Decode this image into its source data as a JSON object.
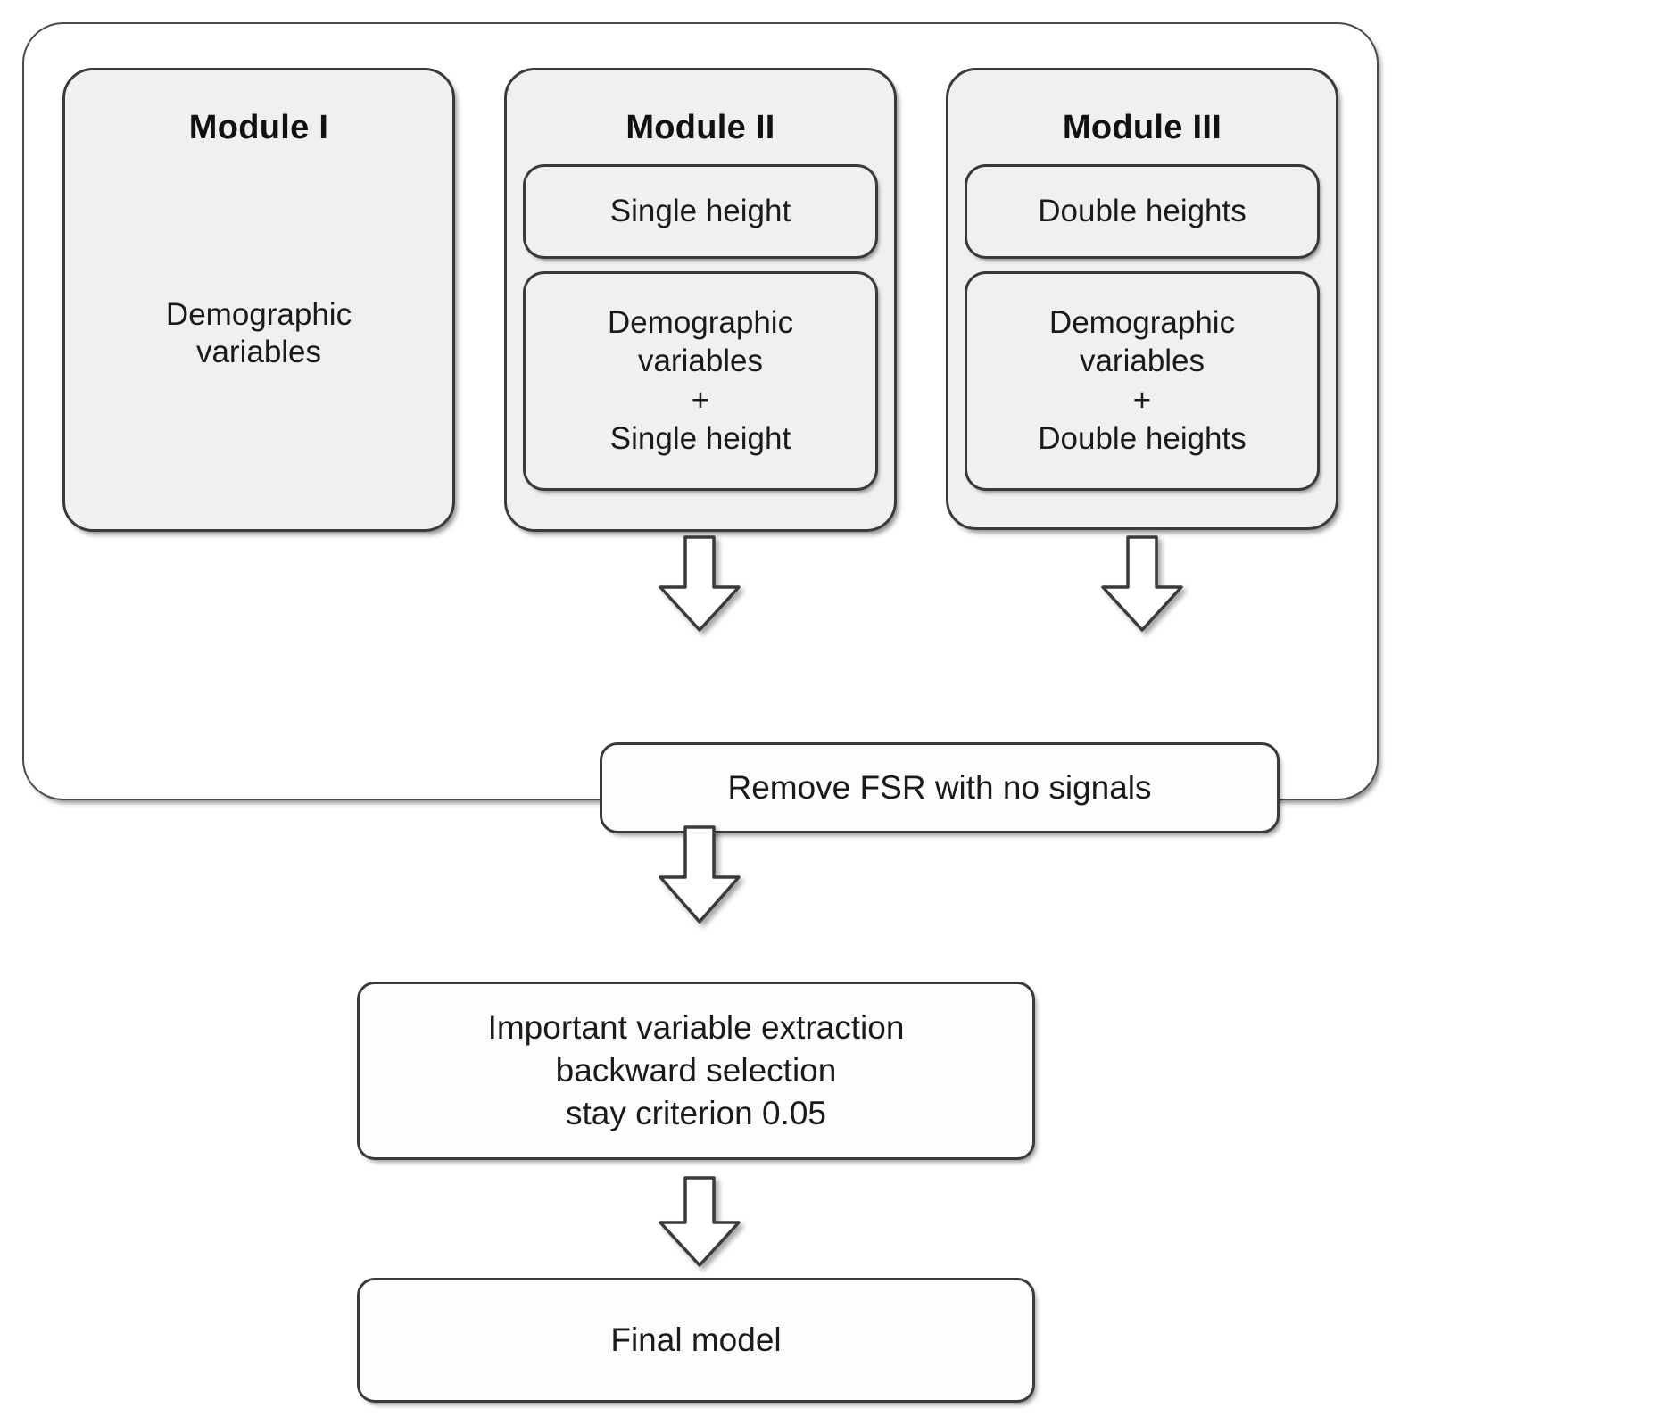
{
  "diagram": {
    "modules": [
      {
        "title": "Module I",
        "body": "Demographic\nvariables",
        "sub_boxes": []
      },
      {
        "title": "Module II",
        "body": "",
        "sub_boxes": [
          {
            "text": "Single height"
          },
          {
            "text": "Demographic\nvariables\n+\nSingle height"
          }
        ]
      },
      {
        "title": "Module III",
        "body": "",
        "sub_boxes": [
          {
            "text": "Double heights"
          },
          {
            "text": "Demographic\nvariables\n+\nDouble heights"
          }
        ]
      }
    ],
    "process_steps": [
      {
        "id": "remove-fsr",
        "text": "Remove FSR with no signals"
      },
      {
        "id": "extraction",
        "text": "Important variable extraction\nbackward selection\nstay criterion 0.05"
      },
      {
        "id": "final-model",
        "text": "Final model"
      }
    ],
    "arrows": [
      {
        "id": "arrow-module2-to-remove",
        "direction": "down"
      },
      {
        "id": "arrow-module3-to-remove",
        "direction": "down"
      },
      {
        "id": "arrow-container-to-extraction",
        "direction": "down"
      },
      {
        "id": "arrow-extraction-to-final",
        "direction": "down"
      }
    ],
    "colors": {
      "module_fill": "#f0f0f0",
      "process_fill": "#fdfdfd",
      "border": "#3a3a3a",
      "container_fill": "#ffffff",
      "text": "#1a1a1a"
    }
  }
}
